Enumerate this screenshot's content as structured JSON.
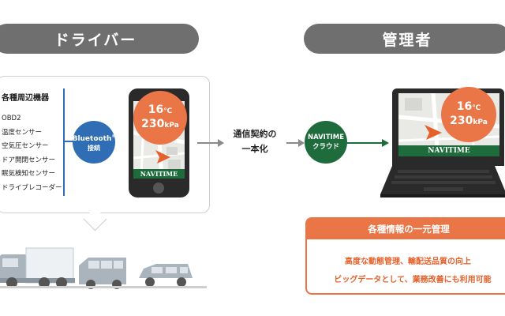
{
  "sections": {
    "driver_title": "ドライバー",
    "admin_title": "管理者"
  },
  "devices": {
    "title": "各種周辺機器",
    "items": [
      "OBD2",
      "温度センサー",
      "空気圧センサー",
      "ドア開閉センサー",
      "眠気検知センサー",
      "ドライブレコーダー"
    ]
  },
  "bluetooth": {
    "label": "Bluetooth",
    "reg": "®",
    "sub": "接続"
  },
  "phone": {
    "temperature": "16",
    "temp_unit": "℃",
    "pressure": "230",
    "pressure_unit": "kPa",
    "brand": "NAVITIME"
  },
  "contract": {
    "line1": "通信契約の",
    "line2": "一本化"
  },
  "cloud": {
    "line1": "NAVITIME",
    "line2": "クラウド"
  },
  "laptop": {
    "temperature": "16",
    "temp_unit": "℃",
    "pressure": "230",
    "pressure_unit": "kPa",
    "brand": "NAVITIME"
  },
  "management": {
    "title": "各種情報の一元管理",
    "line1": "高度な動態管理、輸配送品質の向上",
    "line2": "ビッグデータとして、業務改善にも利用可能"
  },
  "colors": {
    "blue": "#2f6db5",
    "green": "#1e6b3c",
    "orange": "#ea7547",
    "gray_pill": "#6f6f6f"
  }
}
